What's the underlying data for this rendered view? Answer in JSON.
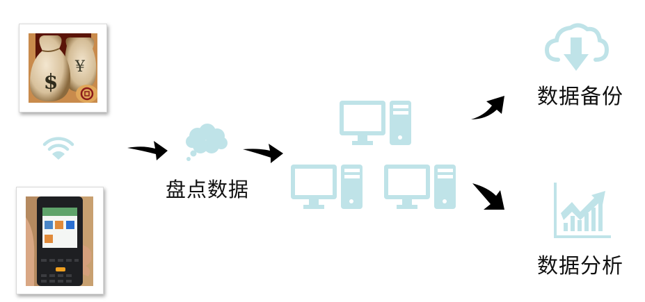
{
  "diagram": {
    "type": "data-flow",
    "accent_color": "#bfe3e8",
    "arrow_color": "#000000",
    "nodes": [
      {
        "id": "assets",
        "kind": "image",
        "description": "money bags ($, ¥) asset icon"
      },
      {
        "id": "wifi",
        "kind": "icon",
        "icon": "wifi-icon"
      },
      {
        "id": "handheld",
        "kind": "image",
        "description": "handheld inventory scanner terminal photo"
      },
      {
        "id": "inventory-data",
        "kind": "icon",
        "icon": "thought-cloud-icon",
        "label": "盘点数据"
      },
      {
        "id": "servers",
        "kind": "icon",
        "icon": "computer-icon",
        "count": 3
      },
      {
        "id": "backup",
        "kind": "icon",
        "icon": "cloud-download-icon",
        "label": "数据备份"
      },
      {
        "id": "analysis",
        "kind": "icon",
        "icon": "growth-chart-icon",
        "label": "数据分析"
      }
    ],
    "edges": [
      {
        "from": "handheld",
        "to": "inventory-data"
      },
      {
        "from": "inventory-data",
        "to": "servers"
      },
      {
        "from": "servers",
        "to": "backup"
      },
      {
        "from": "servers",
        "to": "analysis"
      }
    ]
  },
  "labels": {
    "inventory_data": "盘点数据",
    "data_backup": "数据备份",
    "data_analysis": "数据分析"
  }
}
